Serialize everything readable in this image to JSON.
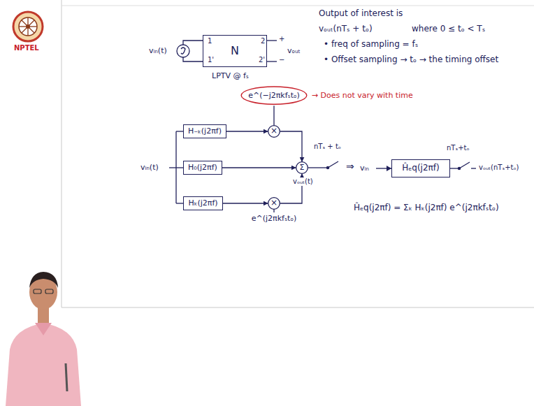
{
  "diagram": {
    "nodes": [
      {
        "text": [
          "N"
        ]
      },
      {
        "text": [
          "H₋ₖ(j2πf)"
        ]
      },
      {
        "text": [
          "H₀(j2πf)"
        ]
      },
      {
        "text": [
          "Hₖ(j2πf)"
        ]
      },
      {
        "text": [
          "×"
        ]
      },
      {
        "text": [
          "×"
        ]
      },
      {
        "text": [
          "Σ"
        ]
      },
      {
        "text": [
          "Ĥₑq(j2πf)"
        ]
      }
    ],
    "edges": [
      {
        "from": 1,
        "to": 4,
        "arrow": "to"
      },
      {
        "from": 4,
        "to": 6,
        "arrow": "to"
      },
      {
        "from": 2,
        "to": 6,
        "arrow": "to"
      },
      {
        "from": 3,
        "to": 5,
        "arrow": "to"
      },
      {
        "from": 5,
        "to": 6,
        "arrow": "to"
      }
    ],
    "labels": [
      "Output of interest is",
      "vₒᵤₜ(nTₛ + tₒ)",
      "where 0 ≤ tₒ < Tₛ",
      "• freq of sampling = fₛ",
      "• Offset sampling → tₒ → the timing offset",
      "vᵢₙ(t)",
      "1",
      "1'",
      "2",
      "2'",
      "vₒᵤₜ",
      "LPTV @ fₛ",
      "e^(−j2πkfₛtₒ)",
      "→ Does not vary with time",
      "vᵢₙ(t)",
      "nTₛ + tₒ",
      "vₒᵤₜ(t)",
      "⇒",
      "vᵢₙ",
      "nTₛ+tₒ",
      "vₒᵤₜ(nTₛ+tₒ)",
      "Ĥₑq(j2πf) = Σₖ Hₖ(j2πf) e^(j2πkfₛtₒ)",
      "e^(j2πkfₛtₒ)",
      "NPTEL",
      "+",
      "−"
    ]
  }
}
